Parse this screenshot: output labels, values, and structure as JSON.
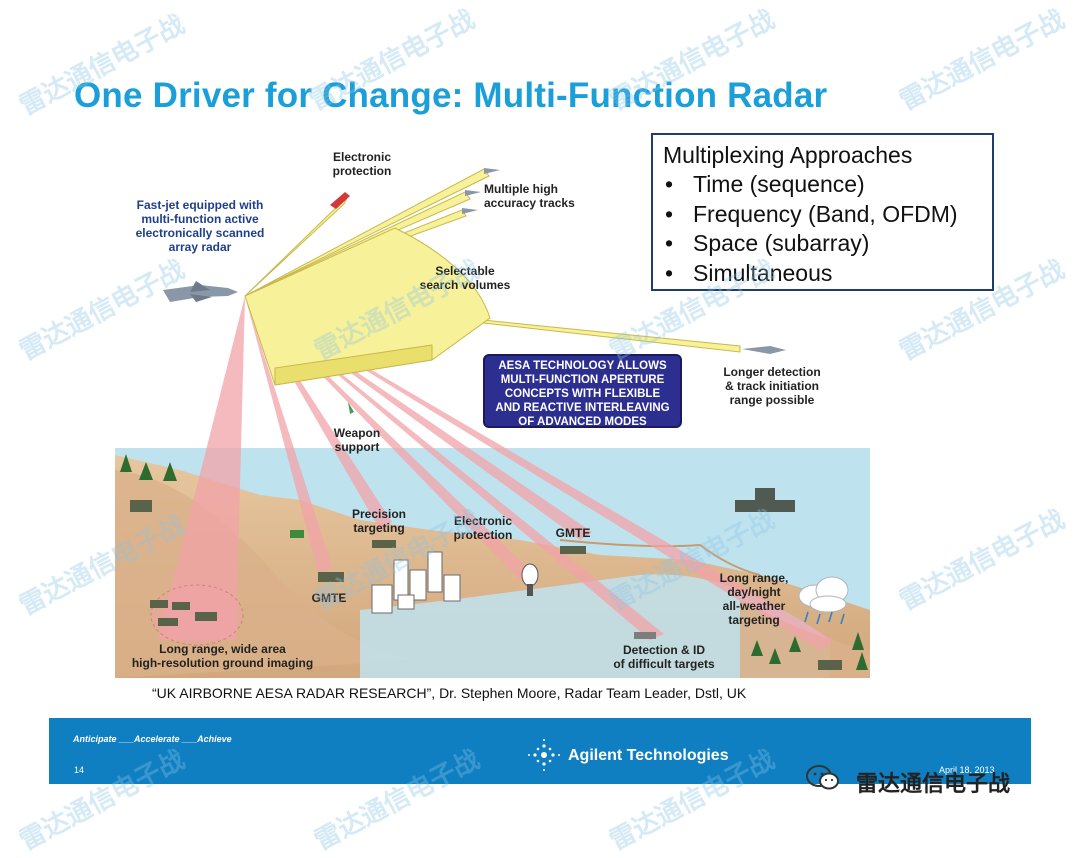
{
  "title": "One Driver for Change:  Multi-Function Radar",
  "multiplexing": {
    "heading": "Multiplexing Approaches",
    "items": [
      "Time (sequence)",
      "Frequency  (Band, OFDM)",
      "Space (subarray)",
      "Simultaneous"
    ]
  },
  "labels": {
    "electronic_protection_top": [
      "Electronic",
      "protection"
    ],
    "fast_jet": [
      "Fast-jet equipped with",
      "multi-function active",
      "electronically scanned",
      "array radar"
    ],
    "multiple_tracks": [
      "Multiple high",
      "accuracy tracks"
    ],
    "selectable_search": [
      "Selectable",
      "search volumes"
    ],
    "longer_detection": [
      "Longer detection",
      "& track initiation",
      "range possible"
    ],
    "weapon_support": [
      "Weapon",
      "support"
    ],
    "precision_targeting": [
      "Precision",
      "targeting"
    ],
    "electronic_protection_ground": [
      "Electronic",
      "protection"
    ],
    "gmte_center": "GMTE",
    "gmte_left": "GMTE",
    "long_range_ground": [
      "Long range, wide area",
      "high-resolution ground imaging"
    ],
    "detection_id": [
      "Detection & ID",
      "of difficult targets"
    ],
    "long_range_weather": [
      "Long range,",
      "day/night",
      "all-weather",
      "targeting"
    ]
  },
  "aesa_box": [
    "AESA TECHNOLOGY ALLOWS",
    "MULTI-FUNCTION APERTURE",
    "CONCEPTS WITH FLEXIBLE",
    "AND REACTIVE INTERLEAVING",
    "OF ADVANCED MODES"
  ],
  "citation": "“UK AIRBORNE AESA RADAR RESEARCH”, Dr. Stephen Moore, Radar Team Leader, Dstl, UK",
  "footer": {
    "slogan": "Anticipate ___Accelerate ___Achieve",
    "page_number": "14",
    "brand": "Agilent Technologies",
    "date": "April 18, 2013"
  },
  "watermark": "雷达通信电子战",
  "colors": {
    "title": "#1a9fd9",
    "footer": "#0f7fc1",
    "aesa_box": "#2c2f8f",
    "beam_yellow": "#f7f19a",
    "beam_pink": "#f2a3a8"
  }
}
